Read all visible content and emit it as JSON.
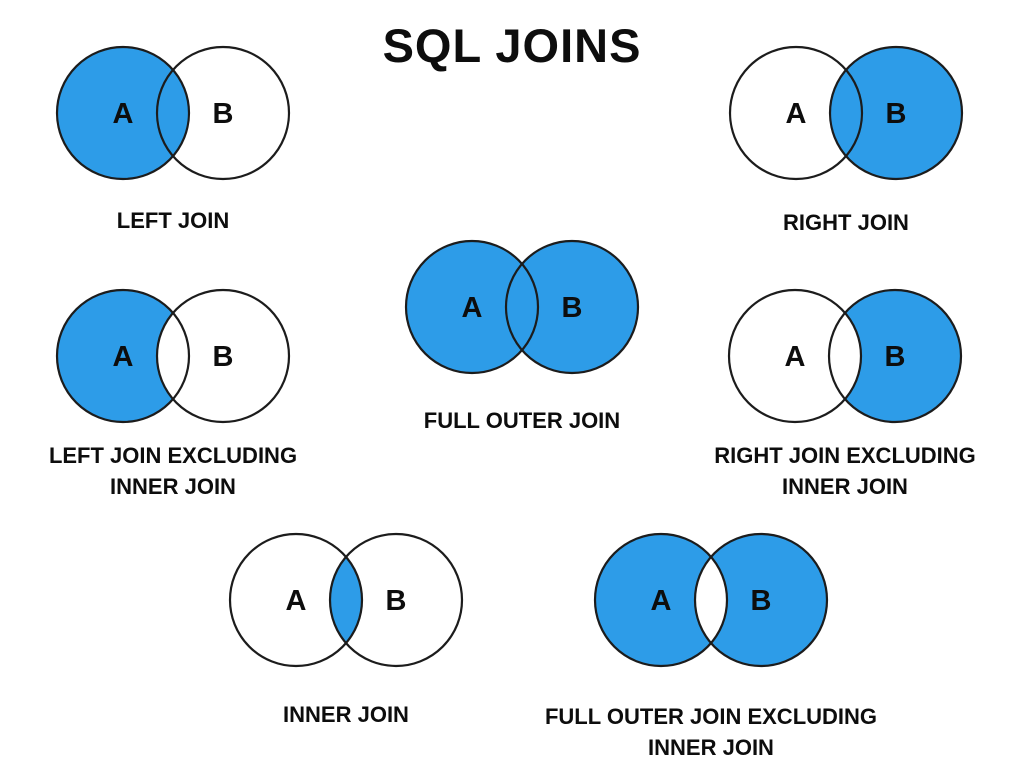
{
  "title": "SQL JOINS",
  "colors": {
    "fill": "#2D9CE8",
    "empty": "#FFFFFF",
    "stroke": "#1C1C1C",
    "text": "#0D0D0D",
    "background": "#FFFFFF"
  },
  "diagrams": [
    {
      "id": "left-join",
      "label_lines": [
        "LEFT JOIN"
      ],
      "a_label": "A",
      "b_label": "B",
      "filled": {
        "a": true,
        "b": false,
        "intersection": true
      }
    },
    {
      "id": "right-join",
      "label_lines": [
        "RIGHT JOIN"
      ],
      "a_label": "A",
      "b_label": "B",
      "filled": {
        "a": false,
        "b": true,
        "intersection": true
      }
    },
    {
      "id": "left-join-excluding-inner-join",
      "label_lines": [
        "LEFT JOIN EXCLUDING",
        "INNER JOIN"
      ],
      "a_label": "A",
      "b_label": "B",
      "filled": {
        "a": true,
        "b": false,
        "intersection": false
      }
    },
    {
      "id": "full-outer-join",
      "label_lines": [
        "FULL OUTER JOIN"
      ],
      "a_label": "A",
      "b_label": "B",
      "filled": {
        "a": true,
        "b": true,
        "intersection": true
      }
    },
    {
      "id": "right-join-excluding-inner-join",
      "label_lines": [
        "RIGHT JOIN EXCLUDING",
        "INNER JOIN"
      ],
      "a_label": "A",
      "b_label": "B",
      "filled": {
        "a": false,
        "b": true,
        "intersection": false
      }
    },
    {
      "id": "inner-join",
      "label_lines": [
        "INNER JOIN"
      ],
      "a_label": "A",
      "b_label": "B",
      "filled": {
        "a": false,
        "b": false,
        "intersection": true
      }
    },
    {
      "id": "full-outer-join-excluding-inner-join",
      "label_lines": [
        "FULL OUTER JOIN EXCLUDING",
        "INNER JOIN"
      ],
      "a_label": "A",
      "b_label": "B",
      "filled": {
        "a": true,
        "b": true,
        "intersection": false
      }
    }
  ]
}
